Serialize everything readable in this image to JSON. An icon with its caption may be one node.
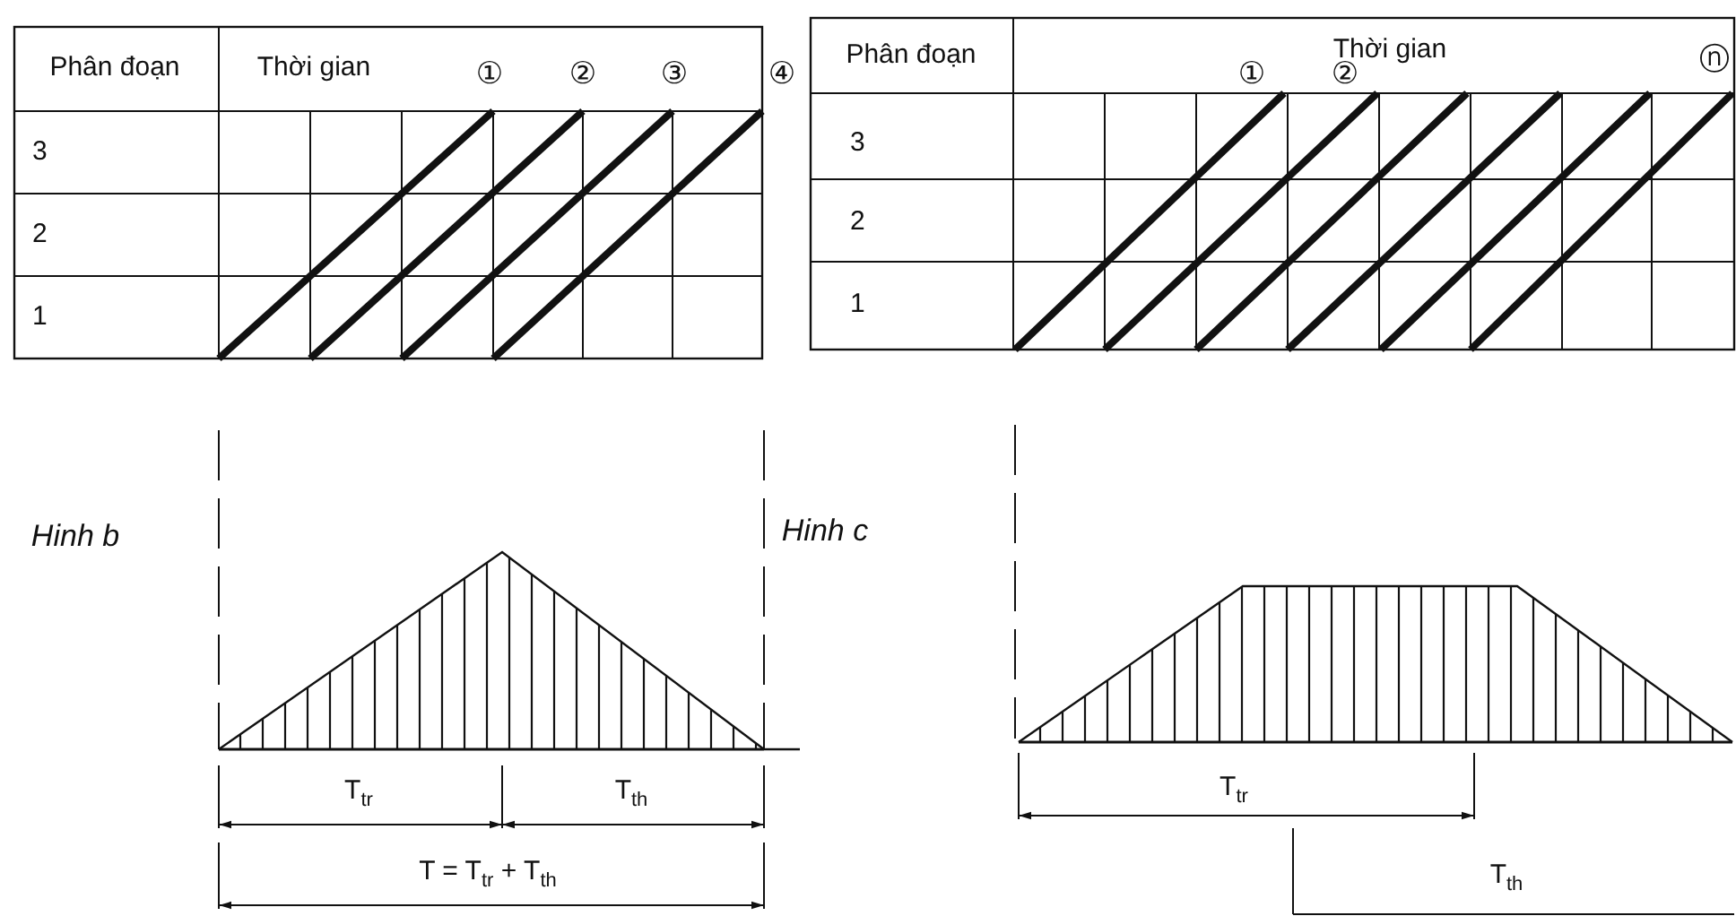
{
  "diagram": {
    "labels": [
      "Phân đoạn",
      "Thời gian",
      "①",
      "②",
      "③",
      "④",
      "3",
      "2",
      "1",
      "Phân đoạn",
      "Thời gian",
      "①",
      "②",
      "ⓝ",
      "3",
      "2",
      "1",
      "Hinh b",
      "Hinh c",
      "T$_{tr}$",
      "T$_{th}$",
      "T = T$_{tr}$ + T$_{th}$",
      "T$_{tr}$",
      "T$_{th}$"
    ]
  }
}
